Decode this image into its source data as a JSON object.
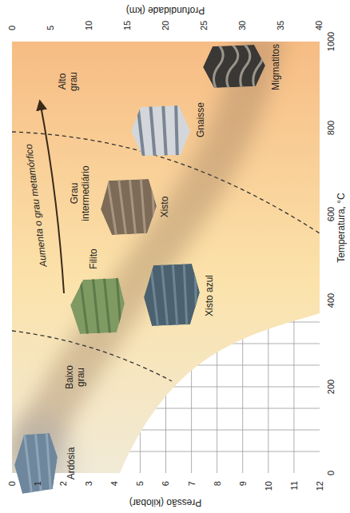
{
  "diagram": {
    "labels": [
      "Pressão (kilobar)",
      "0",
      "1",
      "2",
      "3",
      "4",
      "5",
      "6",
      "7",
      "8",
      "9",
      "10",
      "11",
      "12",
      "Temperatura, °C",
      "0",
      "200",
      "400",
      "600",
      "800",
      "1000",
      "Profundidade (km)",
      "0",
      "5",
      "10",
      "15",
      "20",
      "25",
      "30",
      "35",
      "40",
      "Aumenta o grau metamórfico",
      "Baixo grau",
      "Grau intermediário",
      "Alto grau",
      "Ardósia",
      "Filito",
      "Xisto azul",
      "Xisto",
      "Gnaisse",
      "Migmatitos"
    ]
  }
}
